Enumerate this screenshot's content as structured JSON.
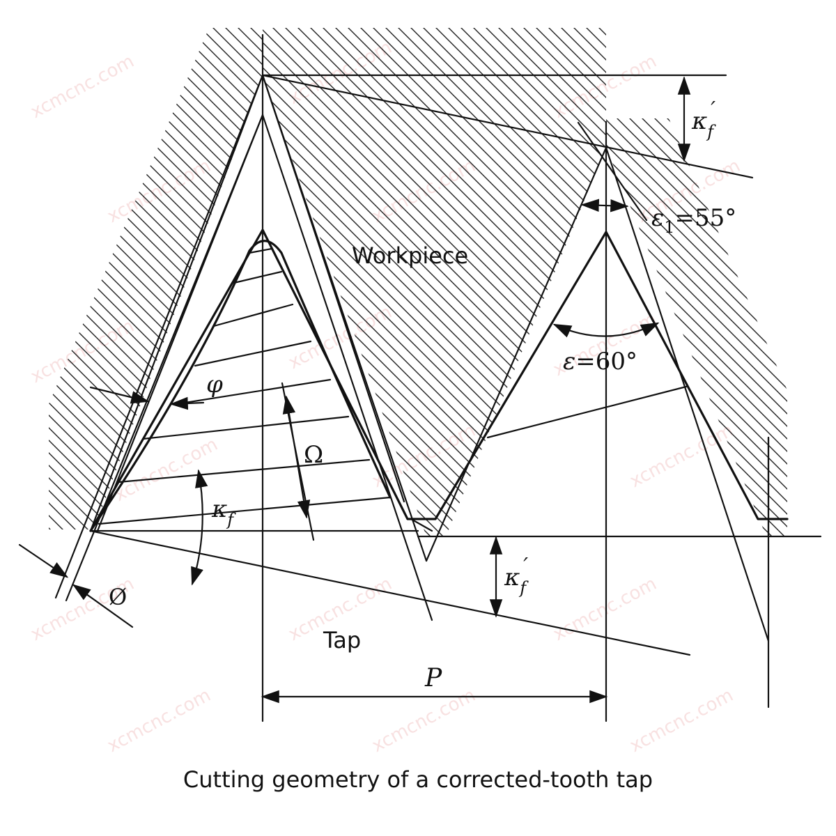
{
  "labels": {
    "workpiece": "Workpiece",
    "tap": "Tap",
    "pitch": "P",
    "kf": "κ",
    "kf_sub": "f",
    "kf_prime_a": "κ",
    "kf_prime_a_sub": "f",
    "kf_prime_a_mark": "′",
    "kf_prime_b": "κ",
    "kf_prime_b_sub": "f",
    "kf_prime_b_mark": "′",
    "eps1": "ε",
    "eps1_sub": "1",
    "eps1_value": "=55°",
    "eps": "ε",
    "eps_value": "=60°",
    "phi": "φ",
    "omega": "Ω",
    "diam": "Ø"
  },
  "watermark": "xcmcnc.com",
  "caption": "Cutting geometry of a corrected-tooth tap",
  "colors": {
    "line": "#111111",
    "watermark": "#f3c9c9"
  }
}
